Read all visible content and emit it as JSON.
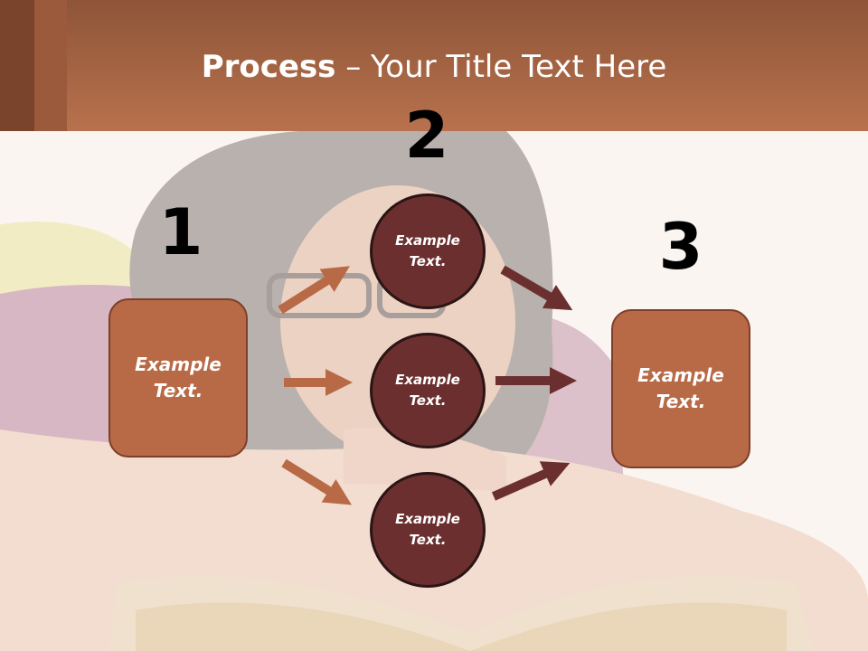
{
  "header": {
    "title_bold": "Process",
    "title_rest": " – Your Title Text Here"
  },
  "steps": {
    "one": "1",
    "two": "2",
    "three": "3"
  },
  "boxes": {
    "left": "Example Text.",
    "right": "Example Text."
  },
  "circles": {
    "top": "Example Text.",
    "middle": "Example Text.",
    "bottom": "Example Text."
  },
  "colors": {
    "header": "#b8714d",
    "box": "#b86a47",
    "circle": "#6b2f2f",
    "arrow_light": "#b86a47",
    "arrow_dark": "#6b2f2f"
  }
}
